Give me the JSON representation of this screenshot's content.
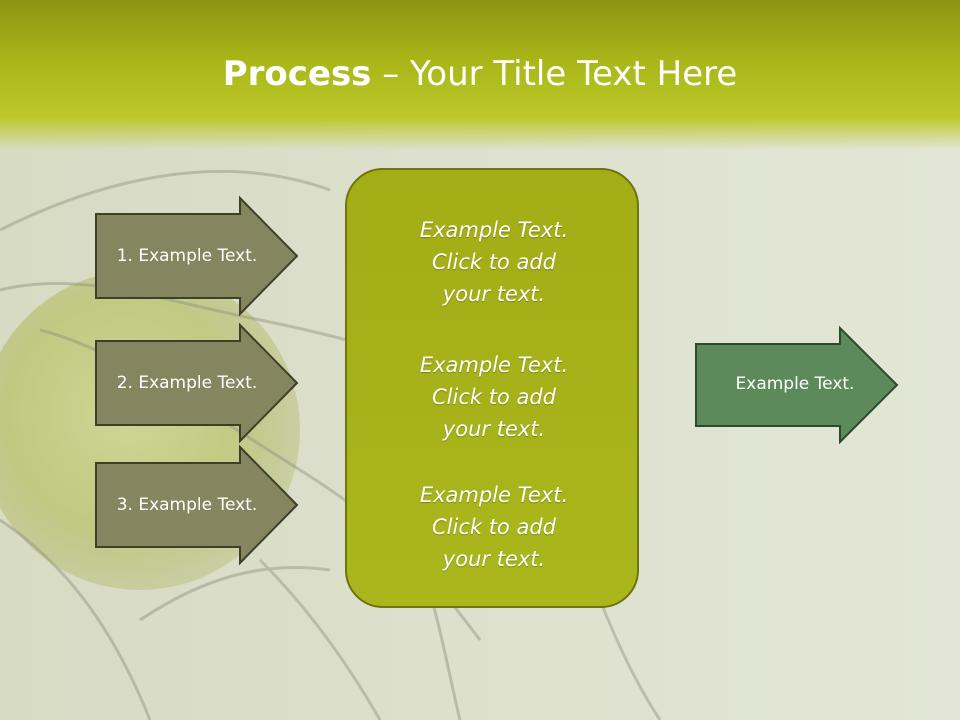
{
  "title": {
    "bold": "Process",
    "rest": " – Your Title Text Here"
  },
  "left_arrows": [
    {
      "label": "1. Example Text."
    },
    {
      "label": "2. Example Text."
    },
    {
      "label": "3. Example Text."
    }
  ],
  "center_blocks": [
    {
      "line1": "Example Text.",
      "line2": "Click  to add",
      "line3": "your text."
    },
    {
      "line1": "Example Text.",
      "line2": "Click  to add",
      "line3": "your text."
    },
    {
      "line1": "Example Text.",
      "line2": "Click  to add",
      "line3": "your text."
    }
  ],
  "right_arrow": {
    "label": "Example Text."
  },
  "colors": {
    "header": "#a8b618",
    "left_arrow_fill": "#85865f",
    "center_fill": "#a9b51b",
    "right_arrow_fill": "#5c8a5a"
  }
}
